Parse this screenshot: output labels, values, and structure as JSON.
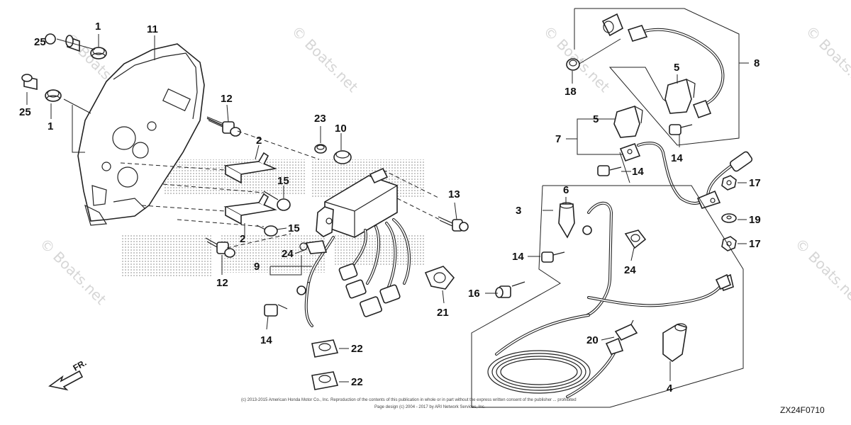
{
  "diagram_code": "ZX24F0710",
  "front_marker": "FR.",
  "watermark_text": "© Boats.net",
  "credit_lines": [
    "(c) 2013-2015 American Honda Motor Co., Inc. Reproduction of the contents of this publication in whole or in part without the express written consent of the publisher ... prohibited",
    "Page design (c) 2004 - 2017 by ARI Network Services, Inc."
  ],
  "callouts": {
    "c1a": "1",
    "c1b": "1",
    "c2a": "2",
    "c2b": "2",
    "c3": "3",
    "c4": "4",
    "c5a": "5",
    "c5b": "5",
    "c6": "6",
    "c7": "7",
    "c8": "8",
    "c9": "9",
    "c10": "10",
    "c11": "11",
    "c12a": "12",
    "c12b": "12",
    "c13": "13",
    "c14a": "14",
    "c14b": "14",
    "c14c": "14",
    "c14d": "14",
    "c15a": "15",
    "c15b": "15",
    "c16": "16",
    "c17a": "17",
    "c17b": "17",
    "c18": "18",
    "c19": "19",
    "c20": "20",
    "c21": "21",
    "c22a": "22",
    "c22b": "22",
    "c23": "23",
    "c24a": "24",
    "c24b": "24",
    "c25a": "25",
    "c25b": "25"
  },
  "colors": {
    "ink": "#222222",
    "watermark": "#d6d6d6",
    "background": "#ffffff"
  }
}
